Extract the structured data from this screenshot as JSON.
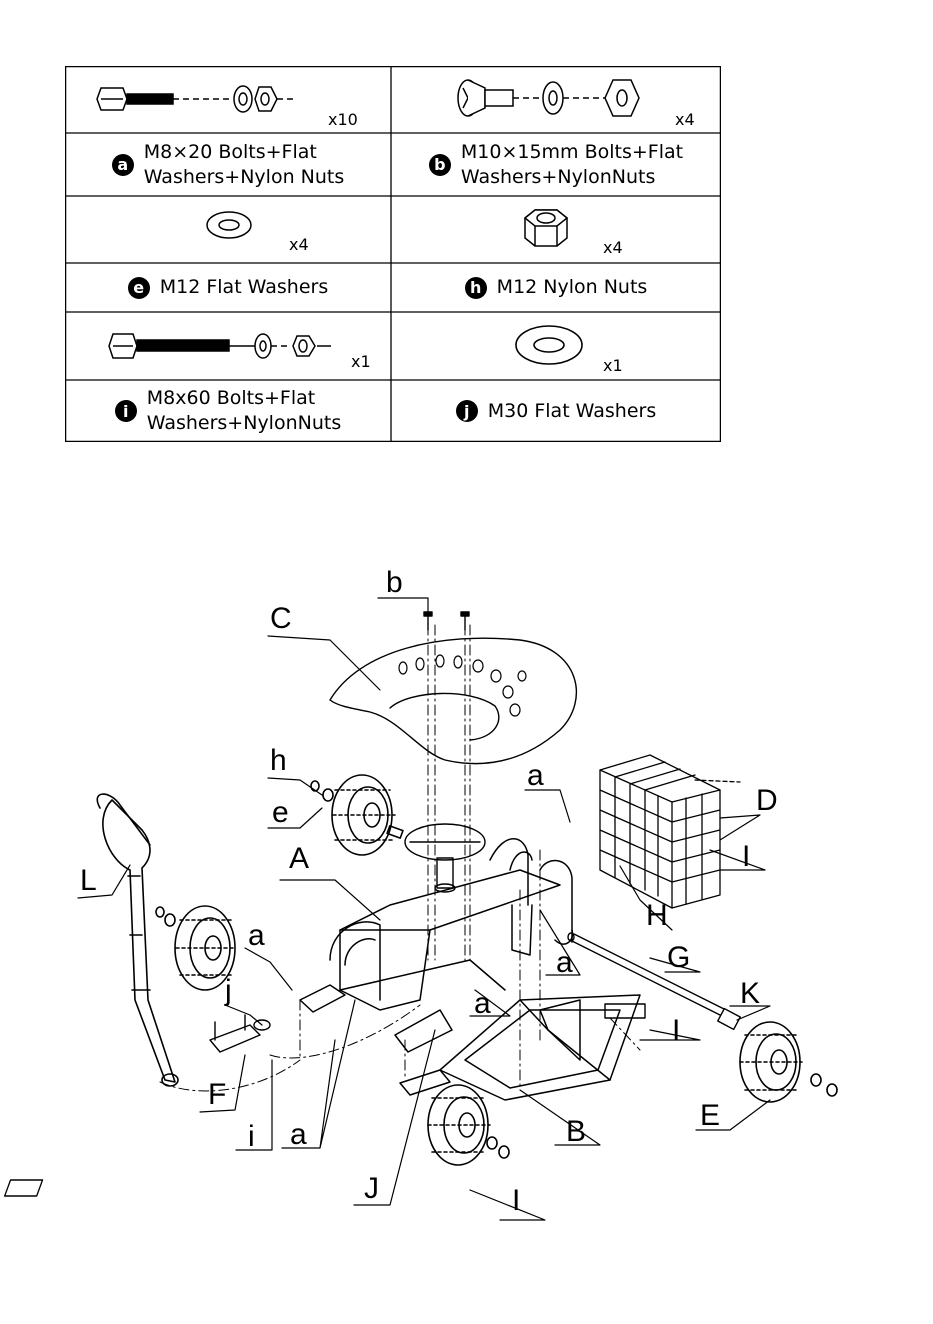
{
  "parts": [
    {
      "id": "a",
      "quantity": "x10",
      "description_lines": [
        "M8×20 Bolts+Flat",
        "Washers+Nylon Nuts"
      ]
    },
    {
      "id": "b",
      "quantity": "x4",
      "description_lines": [
        "M10×15mm Bolts+Flat",
        "Washers+NylonNuts"
      ]
    },
    {
      "id": "e",
      "quantity": "x4",
      "description_lines": [
        "M12 Flat  Washers"
      ]
    },
    {
      "id": "h",
      "quantity": "x4",
      "description_lines": [
        "M12 Nylon  Nuts"
      ]
    },
    {
      "id": "i",
      "quantity": "x1",
      "description_lines": [
        "M8x60 Bolts+Flat",
        "Washers+NylonNuts"
      ]
    },
    {
      "id": "j",
      "quantity": "x1",
      "description_lines": [
        "M30 Flat  Washers"
      ]
    }
  ],
  "diagram_labels": {
    "A": "A",
    "B": "B",
    "C": "C",
    "D": "D",
    "E": "E",
    "F": "F",
    "G": "G",
    "H": "H",
    "I1": "I",
    "I2": "I",
    "I3": "I",
    "J": "J",
    "K": "K",
    "L": "L",
    "a1": "a",
    "a2": "a",
    "a3": "a",
    "a4": "a",
    "a5": "a",
    "b": "b",
    "e": "e",
    "h": "h",
    "i": "i",
    "j": "j"
  }
}
